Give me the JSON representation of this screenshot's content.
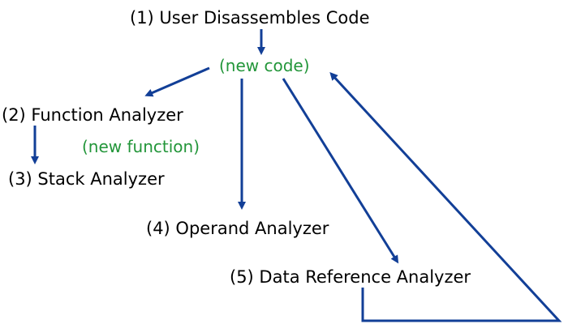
{
  "nodes": {
    "user_disassembles": "(1) User Disassembles Code",
    "function_analyzer": "(2) Function Analyzer",
    "stack_analyzer": "(3) Stack Analyzer",
    "operand_analyzer": "(4) Operand Analyzer",
    "data_reference_analyzer": "(5) Data Reference Analyzer"
  },
  "annotations": {
    "new_code": "(new code)",
    "new_function": "(new function)"
  },
  "colors": {
    "arrow": "#123f97",
    "annotation": "#23963a",
    "text": "#000000"
  }
}
